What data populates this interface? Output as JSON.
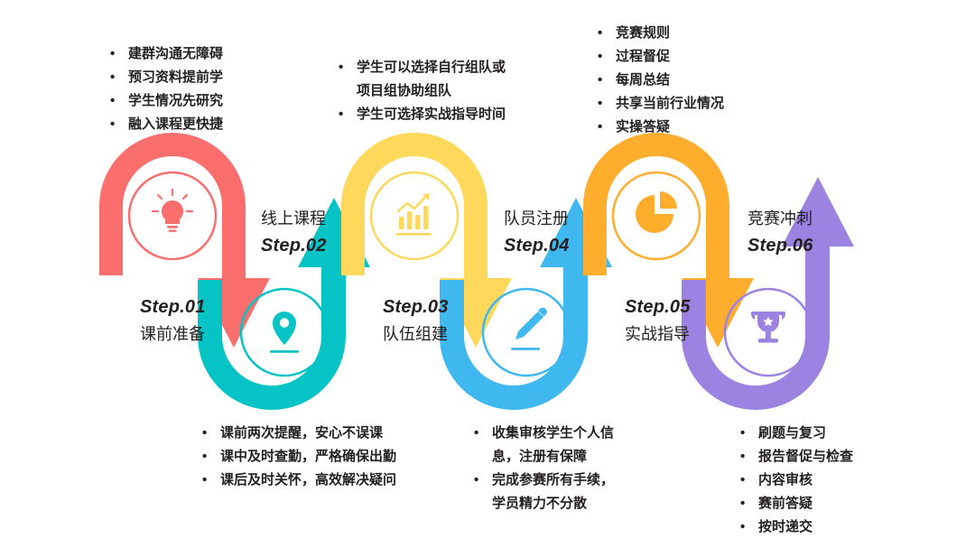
{
  "palette": {
    "step1_red": "#FA6E6E",
    "step2_teal": "#06C4C6",
    "step3_yellow": "#FDD85B",
    "step4_blue": "#3FB8EF",
    "step5_orange": "#FFAD2D",
    "step6_purple": "#9C83E2",
    "text": "#231f20",
    "background": "#ffffff"
  },
  "steps": [
    {
      "id": "step-01",
      "num": "Step.01",
      "name": "课前准备",
      "color": "#FA6E6E",
      "icon": "lightbulb-icon",
      "label_order": "num_first",
      "bullets": [
        "建群沟通无障碍",
        "预习资料提前学",
        "学生情况先研究",
        "融入课程更快捷"
      ]
    },
    {
      "id": "step-02",
      "num": "Step.02",
      "name": "线上课程",
      "color": "#06C4C6",
      "icon": "location-pin-icon",
      "label_order": "name_first",
      "bullets": [
        "课前两次提醒，安心不误课",
        "课中及时查勤，严格确保出勤",
        "课后及时关怀，高效解决疑问"
      ]
    },
    {
      "id": "step-03",
      "num": "Step.03",
      "name": "队伍组建",
      "color": "#FDD85B",
      "icon": "bar-chart-growth-icon",
      "label_order": "num_first",
      "bullets": [
        "学生可以选择自行组队或",
        "项目组协助组队",
        "学生可选择实战指导时间"
      ],
      "bullet_wrap": [
        true,
        false,
        true
      ]
    },
    {
      "id": "step-04",
      "num": "Step.04",
      "name": "队员注册",
      "color": "#3FB8EF",
      "icon": "pencil-edit-icon",
      "label_order": "name_first",
      "bullets": [
        "收集审核学生个人信",
        "息，注册有保障",
        "完成参赛所有手续，",
        "学员精力不分散"
      ],
      "bullet_wrap": [
        true,
        false,
        true,
        false
      ]
    },
    {
      "id": "step-05",
      "num": "Step.05",
      "name": "实战指导",
      "color": "#FFAD2D",
      "icon": "pie-chart-icon",
      "label_order": "num_first",
      "bullets": [
        "竞赛规则",
        "过程督促",
        "每周总结",
        "共享当前行业情况",
        "实操答疑"
      ]
    },
    {
      "id": "step-06",
      "num": "Step.06",
      "name": "竞赛冲刺",
      "color": "#9C83E2",
      "icon": "trophy-icon",
      "label_order": "name_first",
      "bullets": [
        "刷题与复习",
        "报告督促与检查",
        "内容审核",
        "赛前答疑",
        "按时递交"
      ]
    }
  ],
  "bullet_marker": "•"
}
